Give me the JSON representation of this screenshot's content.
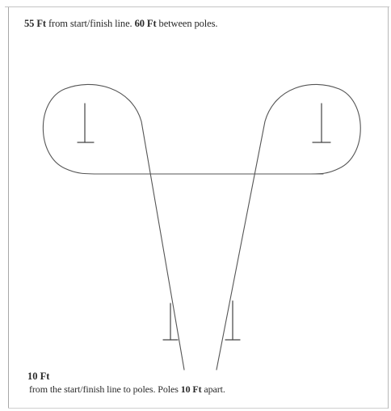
{
  "top_caption": {
    "distance_1": "55 Ft",
    "text_1": " from start/finish line. ",
    "distance_2": "60 Ft",
    "text_2": " between poles."
  },
  "bottom_caption": {
    "heading": "10 Ft",
    "text_1": "from the start/finish line to poles. Poles ",
    "distance": "10 Ft",
    "text_2": " apart."
  },
  "colors": {
    "line": "#555555",
    "pole": "#444444",
    "text": "#2a2a2a"
  }
}
